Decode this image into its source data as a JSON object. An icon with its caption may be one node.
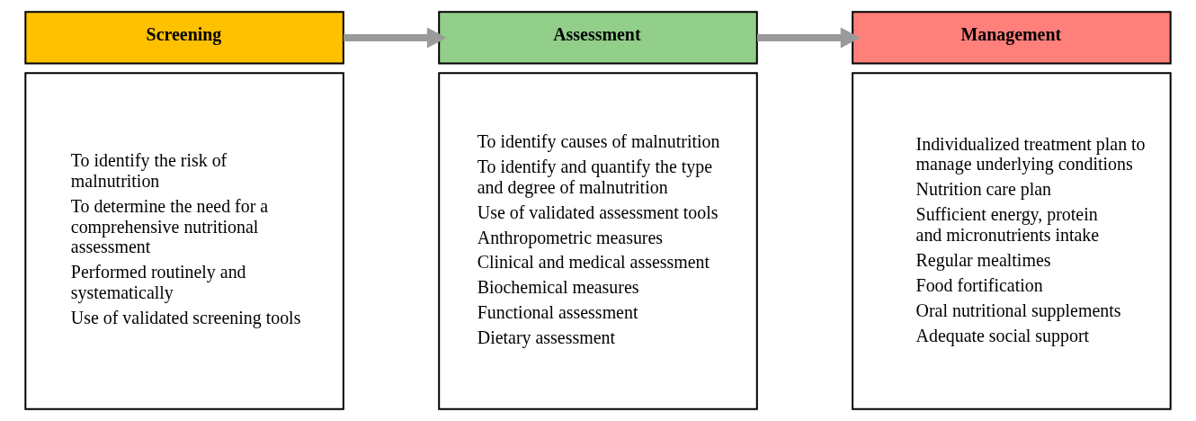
{
  "diagram": {
    "nodes": [
      {
        "text": [
          "Screening"
        ]
      },
      {
        "text": [
          "To identify the risk of malnutrition",
          "To determine the need for a comprehensive nutritional assessment",
          "Performed routinely and systematically",
          "Use of validated screening tools"
        ]
      },
      {
        "text": [
          "Assessment"
        ]
      },
      {
        "text": [
          "To identify causes of malnutrition",
          "To identify and quantify the type and degree of malnutrition",
          "Use of validated assessment tools",
          "Anthropometric measures",
          "Clinical and medical assessment",
          "Biochemical measures",
          "Functional assessment",
          "Dietary assessment"
        ]
      },
      {
        "text": [
          "Management"
        ]
      },
      {
        "text": [
          "Individualized treatment plan to manage underlying conditions",
          "Nutrition care plan",
          "Sufficient energy, protein and micronutrients intake",
          "Regular mealtimes",
          "Food fortification",
          "Oral nutritional supplements",
          "Adequate social support"
        ]
      }
    ],
    "edges": [
      {
        "from": 0,
        "to": 2,
        "arrow": "to"
      },
      {
        "from": 2,
        "to": 4,
        "arrow": "to"
      }
    ]
  }
}
